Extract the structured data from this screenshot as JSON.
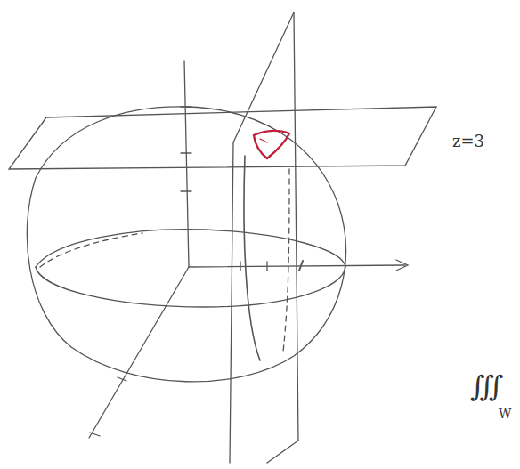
{
  "diagram": {
    "labels": [
      "z=3",
      "∭",
      "W"
    ]
  }
}
